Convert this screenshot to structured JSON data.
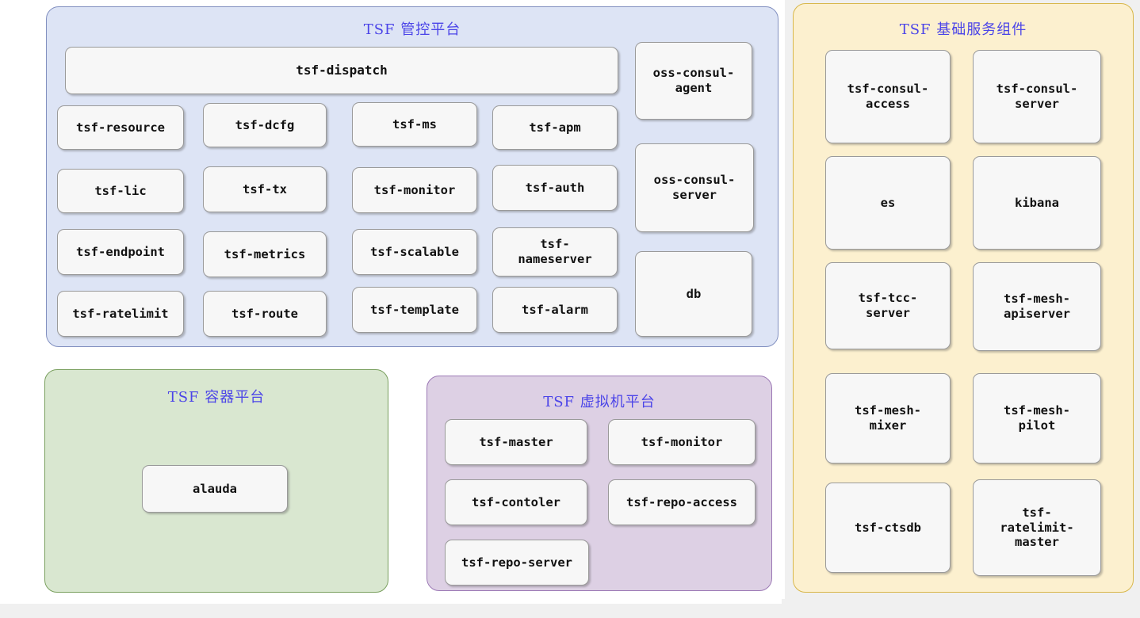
{
  "diagram": {
    "title": "TSF architecture component diagram",
    "background_color": "#ffffff"
  },
  "panels": [
    {
      "id": "management",
      "title": "TSF 管控平台",
      "fill": "#dde4f5",
      "border": "#8290c0",
      "title_color": "#4b44e8",
      "boxes": [
        {
          "label": "tsf-dispatch"
        },
        {
          "label": "tsf-resource"
        },
        {
          "label": "tsf-dcfg"
        },
        {
          "label": "tsf-ms"
        },
        {
          "label": "tsf-apm"
        },
        {
          "label": "tsf-lic"
        },
        {
          "label": "tsf-tx"
        },
        {
          "label": "tsf-monitor"
        },
        {
          "label": "tsf-auth"
        },
        {
          "label": "tsf-endpoint"
        },
        {
          "label": "tsf-metrics"
        },
        {
          "label": "tsf-scalable"
        },
        {
          "label": "tsf-\nnameserver"
        },
        {
          "label": "tsf-ratelimit"
        },
        {
          "label": "tsf-route"
        },
        {
          "label": "tsf-template"
        },
        {
          "label": "tsf-alarm"
        },
        {
          "label": "oss-consul-\nagent"
        },
        {
          "label": "oss-consul-\nserver"
        },
        {
          "label": "db"
        }
      ]
    },
    {
      "id": "infrastructure",
      "title": "TSF 基础服务组件",
      "fill": "#fcf0cf",
      "border": "#d8b74a",
      "title_color": "#4b44e8",
      "boxes": [
        {
          "label": "tsf-consul-\naccess"
        },
        {
          "label": "tsf-consul-\nserver"
        },
        {
          "label": "es"
        },
        {
          "label": "kibana"
        },
        {
          "label": "tsf-tcc-\nserver"
        },
        {
          "label": "tsf-mesh-\napiserver"
        },
        {
          "label": "tsf-mesh-\nmixer"
        },
        {
          "label": "tsf-mesh-\npilot"
        },
        {
          "label": "tsf-ctsdb"
        },
        {
          "label": "tsf-\nratelimit-\nmaster"
        }
      ]
    },
    {
      "id": "container",
      "title": "TSF 容器平台",
      "fill": "#d9e7d0",
      "border": "#7aa05f",
      "title_color": "#4b44e8",
      "boxes": [
        {
          "label": "alauda"
        }
      ]
    },
    {
      "id": "vm",
      "title": "TSF 虚拟机平台",
      "fill": "#ddd0e4",
      "border": "#9c79b5",
      "title_color": "#4b44e8",
      "boxes": [
        {
          "label": "tsf-master"
        },
        {
          "label": "tsf-monitor"
        },
        {
          "label": "tsf-contoler"
        },
        {
          "label": "tsf-repo-access"
        },
        {
          "label": "tsf-repo-server"
        }
      ]
    }
  ]
}
